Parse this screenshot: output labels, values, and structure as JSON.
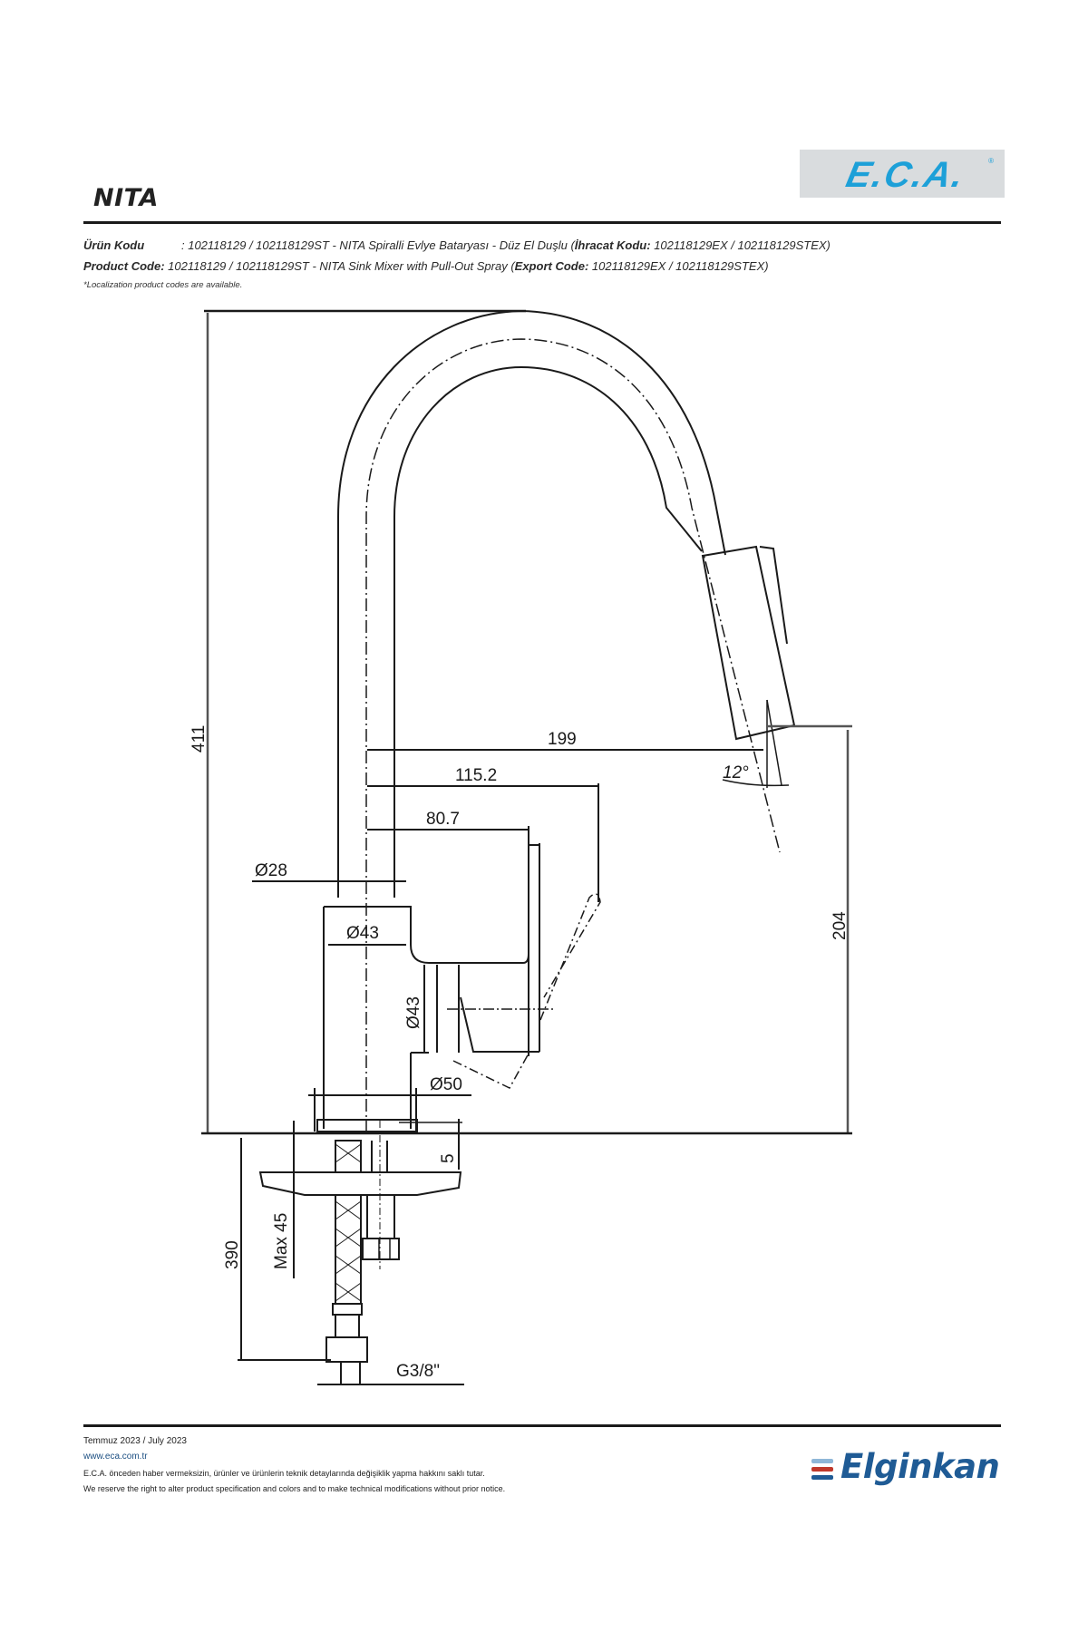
{
  "document": {
    "title": "NITA",
    "brand_logo": "E.C.A.",
    "brand_logo_mark": "®",
    "brand_color": "#1da0d8",
    "logo_bg_color": "#d9dcde"
  },
  "product_info": {
    "tr_label": "Ürün Kodu",
    "tr_value": ": 102118129 / 102118129ST - NITA Spiralli Evlye Bataryası - Düz El Duşlu (",
    "tr_export_label": "İhracat Kodu:",
    "tr_export_value": " 102118129EX / 102118129STEX)",
    "en_label": "Product Code:",
    "en_value": " 102118129 / 102118129ST - NITA Sink Mixer with Pull-Out Spray (",
    "en_export_label": "Export Code:",
    "en_export_value": " 102118129EX / 102118129STEX)",
    "note": "*Localization product codes are available."
  },
  "dimensions": {
    "overall_height": "411",
    "spout_reach": "199",
    "lever_reach": "115.2",
    "body_reach": "80.7",
    "spout_diameter": "Ø28",
    "body_diameter_top": "Ø43",
    "body_diameter_side": "Ø43",
    "base_diameter": "Ø50",
    "spout_height": "204",
    "spray_angle": "12°",
    "base_plate": "5",
    "max_counter_thickness": "Max 45",
    "hose_length": "390",
    "connection": "G3/8\""
  },
  "footer": {
    "date": "Temmuz 2023 / July 2023",
    "website": "www.eca.com.tr",
    "disclaimer_tr": "E.C.A. önceden haber vermeksizin, ürünler ve ürünlerin teknik detaylarında değişiklik yapma hakkını saklı tutar.",
    "disclaimer_en": "We reserve the right to alter product specification and colors and to make technical modifications without prior notice.",
    "distributor_logo": "Elginkan",
    "distributor_color": "#1f5b95",
    "distributor_accent": "#c0392b"
  }
}
